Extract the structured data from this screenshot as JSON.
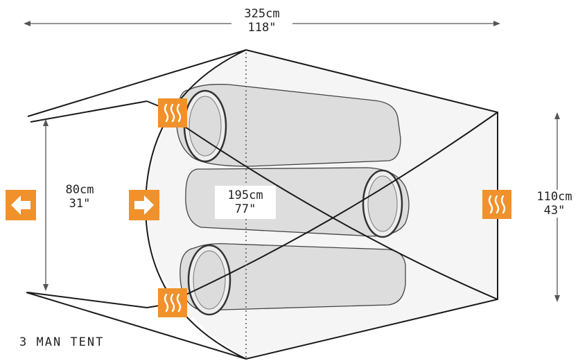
{
  "dimensions": {
    "overall_length": {
      "metric": "325cm",
      "imperial": "118\""
    },
    "inner_length": {
      "metric": "195cm",
      "imperial": "77\""
    },
    "width": {
      "metric": "110cm",
      "imperial": "43\""
    },
    "porch_height": {
      "metric": "80cm",
      "imperial": "31\""
    }
  },
  "caption": "3 MAN TENT",
  "colors": {
    "accent": "#f0912c",
    "line": "#1a1a1a",
    "arrow_line": "#555555",
    "bag_fill": "#dddddd",
    "bag_stroke": "#444444",
    "shading": "#ececec"
  },
  "icons": {
    "vent": "heat-vent-icon",
    "door_out": "arrow-left-icon",
    "door_in": "arrow-right-icon"
  }
}
